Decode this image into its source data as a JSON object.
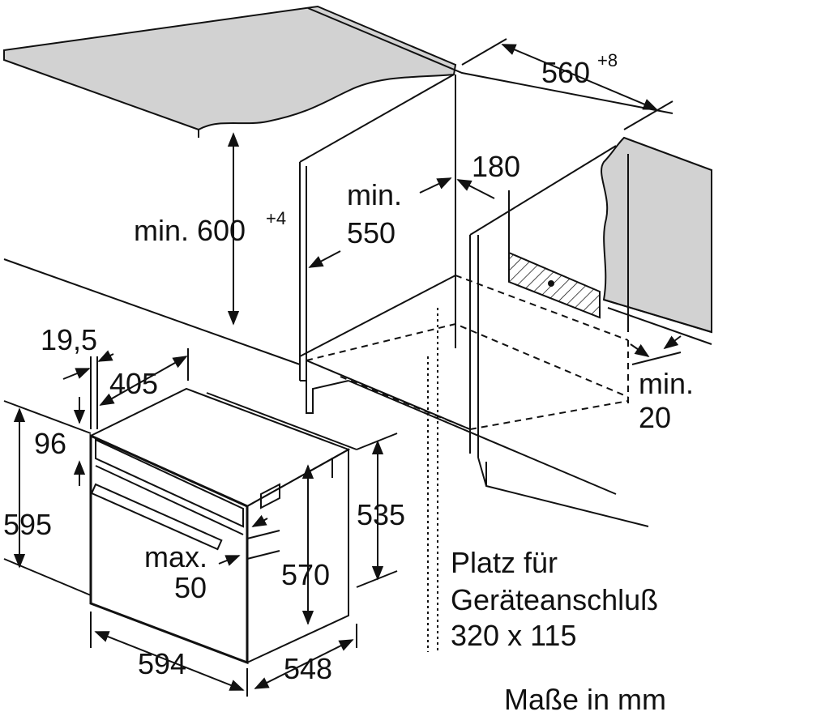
{
  "diagram": {
    "dimensions": {
      "niche_width": "560",
      "niche_width_tolerance": "+8",
      "niche_height_prefix": "min. 600",
      "niche_height_tolerance": "+4",
      "niche_depth_min": "min.",
      "niche_depth_value": "550",
      "connection_offset": "180",
      "gap_min": "min.",
      "gap_value": "20",
      "front_thickness": "19,5",
      "handle_width": "405",
      "top_offset": "96",
      "oven_height": "595",
      "body_height_front": "570",
      "body_height_back": "535",
      "clearance_max": "max.",
      "clearance_value": "50",
      "oven_width": "594",
      "oven_depth": "548"
    },
    "notes": {
      "connection_line1": "Platz für",
      "connection_line2": "Geräteanschluß",
      "connection_line3": "320 x 115",
      "units": "Maße in mm"
    },
    "colors": {
      "line": "#111111",
      "countertop": "#d2d2d2",
      "background": "#ffffff"
    }
  }
}
